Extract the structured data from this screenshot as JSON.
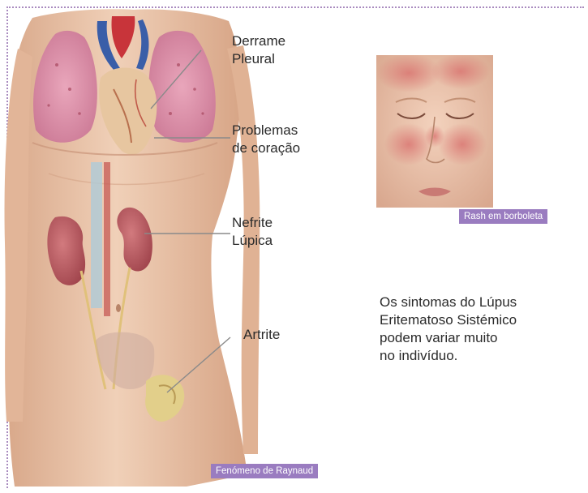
{
  "labels": {
    "derrame": "Derrame\nPleural",
    "coracao": "Problemas\nde coração",
    "nefrite": "Nefrite\nLúpica",
    "artrite": "Artrite"
  },
  "tags": {
    "rash": "Rash em borboleta",
    "raynaud": "Fenómeno de Raynaud"
  },
  "description": "Os sintomas do Lúpus\nEritematoso Sistémico\npodem variar muito\nno indivíduo.",
  "colors": {
    "frame": "#a98bbf",
    "tag_background": "#9a7cc0",
    "skin": "#e9c3a8",
    "lung": "#d98aa4",
    "kidney": "#b5565c"
  }
}
